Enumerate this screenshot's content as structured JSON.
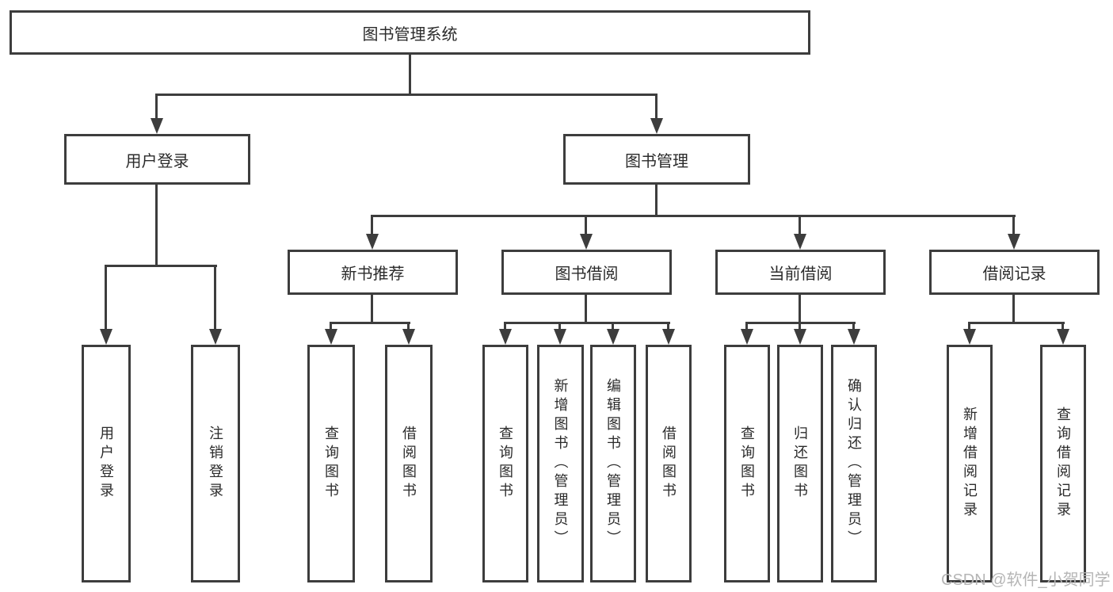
{
  "colors": {
    "line": "#3d3d3d",
    "text": "#2b2b2b",
    "watermark": "#b5b5b5",
    "background": "#ffffff"
  },
  "watermark": "CSDN @软件_小贺同学",
  "tree": {
    "root": {
      "label": "图书管理系统",
      "children": [
        {
          "label": "用户登录",
          "children": [
            {
              "label": "用户登录"
            },
            {
              "label": "注销登录"
            }
          ]
        },
        {
          "label": "图书管理",
          "children": [
            {
              "label": "新书推荐",
              "children": [
                {
                  "label": "查询图书"
                },
                {
                  "label": "借阅图书"
                }
              ]
            },
            {
              "label": "图书借阅",
              "children": [
                {
                  "label": "查询图书"
                },
                {
                  "label": "新增图书（管理员）"
                },
                {
                  "label": "编辑图书（管理员）"
                },
                {
                  "label": "借阅图书"
                }
              ]
            },
            {
              "label": "当前借阅",
              "children": [
                {
                  "label": "查询图书"
                },
                {
                  "label": "归还图书"
                },
                {
                  "label": "确认归还（管理员）"
                }
              ]
            },
            {
              "label": "借阅记录",
              "children": [
                {
                  "label": "新增借阅记录"
                },
                {
                  "label": "查询借阅记录"
                }
              ]
            }
          ]
        }
      ]
    }
  }
}
